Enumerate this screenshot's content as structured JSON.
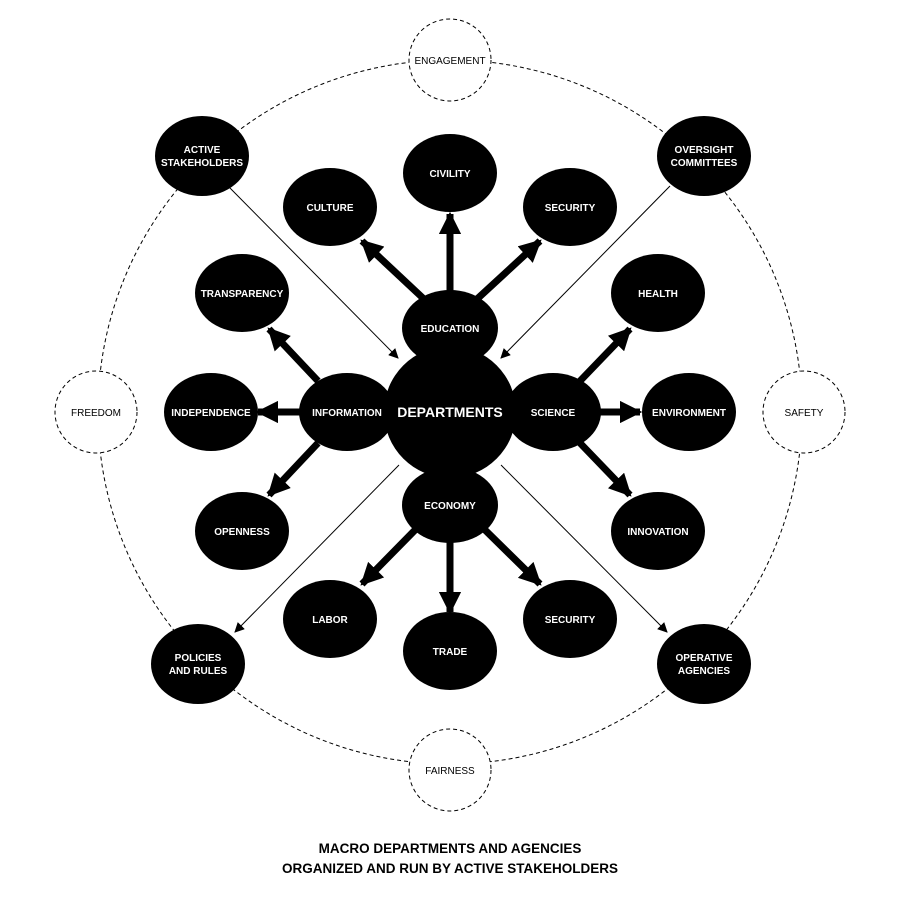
{
  "center": {
    "label": "DEPARTMENTS"
  },
  "hubs": {
    "education": "EDUCATION",
    "information": "INFORMATION",
    "science": "SCIENCE",
    "economy": "ECONOMY"
  },
  "branches": {
    "education": [
      "CULTURE",
      "CIVILITY",
      "SECURITY"
    ],
    "information": [
      "TRANSPARENCY",
      "INDEPENDENCE",
      "OPENNESS"
    ],
    "science": [
      "HEALTH",
      "ENVIRONMENT",
      "INNOVATION"
    ],
    "economy": [
      "LABOR",
      "TRADE",
      "SECURITY"
    ]
  },
  "corners": {
    "top_left": [
      "ACTIVE",
      "STAKEHOLDERS"
    ],
    "top_right": [
      "OVERSIGHT",
      "COMMITTEES"
    ],
    "bottom_left": [
      "POLICIES",
      "AND RULES"
    ],
    "bottom_right": [
      "OPERATIVE",
      "AGENCIES"
    ]
  },
  "values": {
    "top": "ENGAGEMENT",
    "left": "FREEDOM",
    "right": "SAFETY",
    "bottom": "FAIRNESS"
  },
  "title": {
    "line1": "MACRO DEPARTMENTS AND AGENCIES",
    "line2": "ORGANIZED AND RUN BY ACTIVE STAKEHOLDERS"
  },
  "colors": {
    "node_fill": "#000000",
    "node_text": "#ffffff",
    "value_stroke": "#000000",
    "background": "#ffffff"
  }
}
